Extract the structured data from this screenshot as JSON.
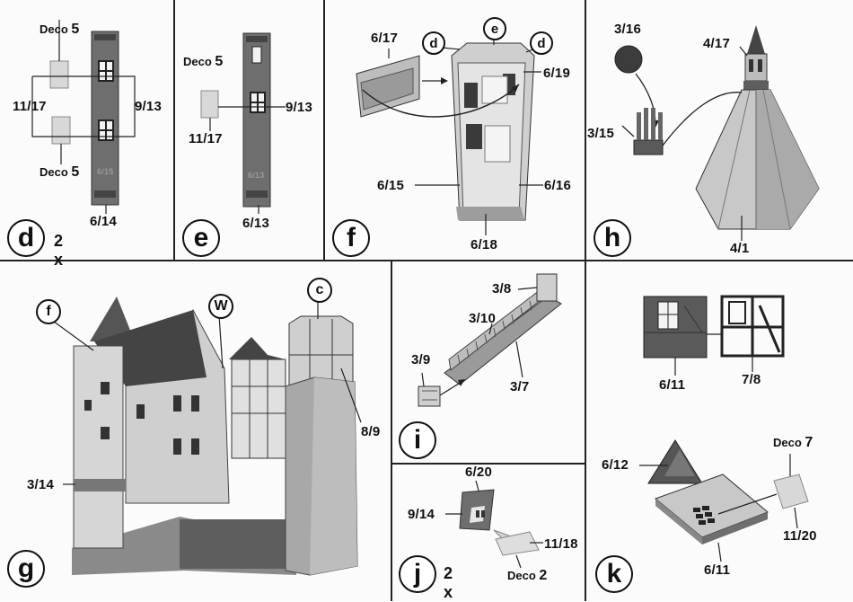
{
  "panels": {
    "d": {
      "letter": "d",
      "multiplier": "2 x",
      "deco_top": "Deco",
      "deco_top_num": "5",
      "deco_bottom": "Deco",
      "deco_bottom_num": "5",
      "part_left": "11/17",
      "part_right": "9/13",
      "part_bottom": "6/14",
      "wall_print": "6/15"
    },
    "e": {
      "letter": "e",
      "deco": "Deco",
      "deco_num": "5",
      "part_left": "11/17",
      "part_right": "9/13",
      "part_bottom": "6/13",
      "wall_print": "6/13"
    },
    "f": {
      "letter": "f",
      "callout_left": "d",
      "callout_mid": "e",
      "callout_right": "d",
      "part_roof": "6/17",
      "part_top": "6/19",
      "part_left": "6/15",
      "part_right": "6/16",
      "part_bottom": "6/18"
    },
    "h": {
      "letter": "h",
      "part_ball": "3/16",
      "part_spire": "4/17",
      "part_lantern": "3/15",
      "part_roof": "4/1"
    },
    "g": {
      "letter": "g",
      "callout_f": "f",
      "callout_w": "W",
      "callout_c": "c",
      "part_left": "3/14",
      "part_right": "8/9"
    },
    "i": {
      "letter": "i",
      "part_top": "3/8",
      "part_rail": "3/10",
      "part_piece": "3/9",
      "part_base": "3/7"
    },
    "j": {
      "letter": "j",
      "multiplier": "2 x",
      "part_top": "6/20",
      "part_left": "9/14",
      "part_right": "11/18",
      "deco": "Deco",
      "deco_num": "2"
    },
    "k": {
      "letter": "k",
      "part_wall": "6/11",
      "part_frame": "7/8",
      "part_roof": "6/12",
      "deco": "Deco",
      "deco_num": "7",
      "part_glass": "11/20",
      "part_base": "6/11"
    }
  }
}
